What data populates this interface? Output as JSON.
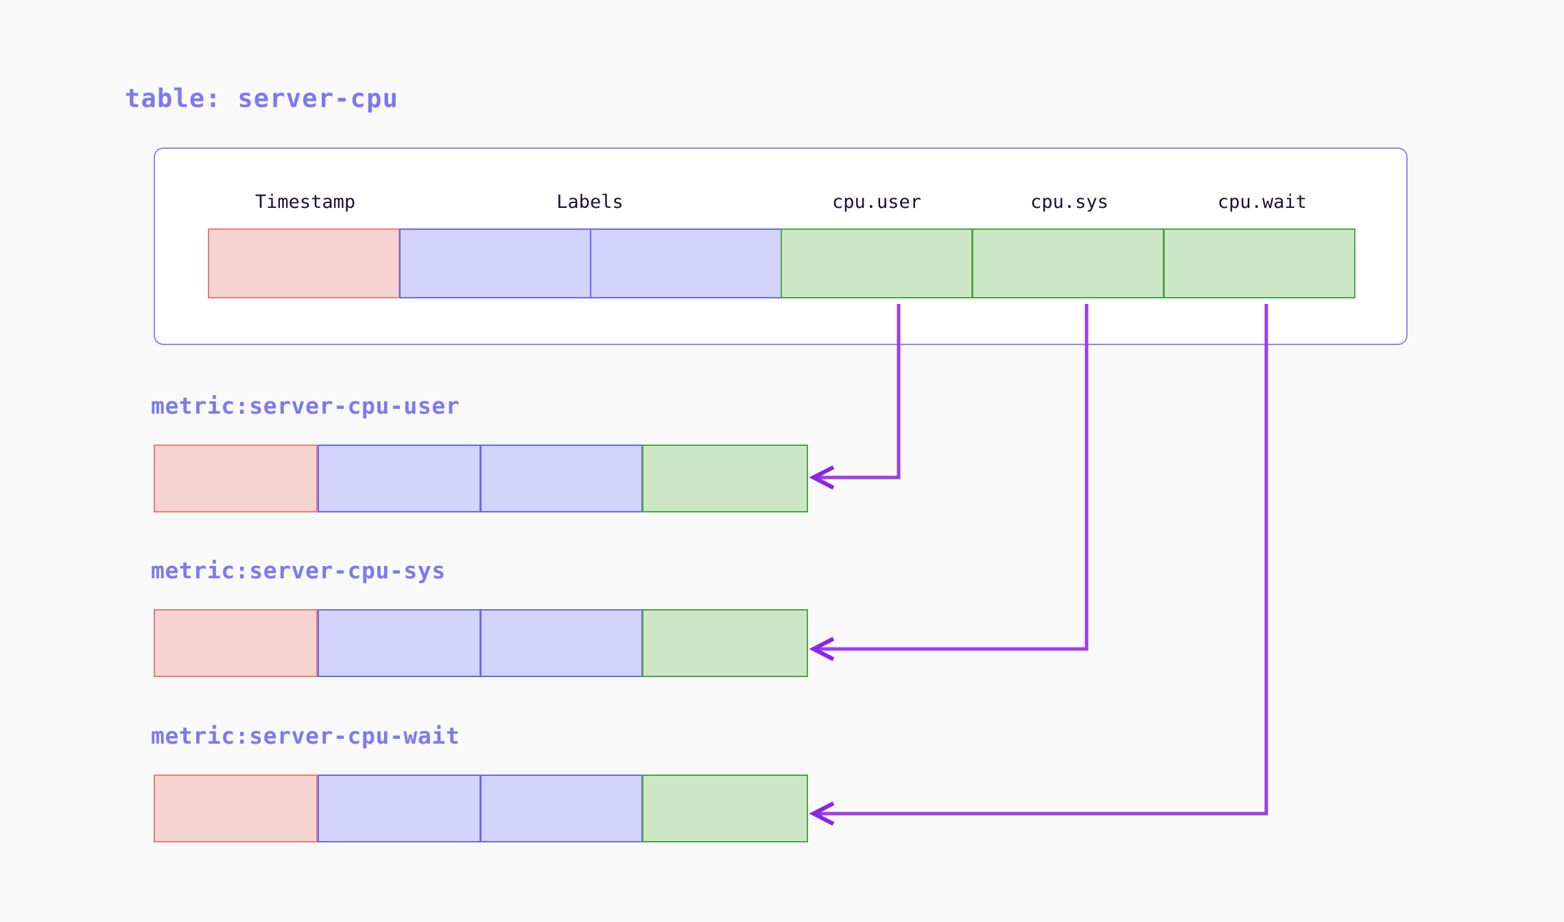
{
  "page": {
    "background": "#f9f9f9",
    "accent_indigo": "#7b79f2",
    "accent_purple": "#9a3ef0",
    "title": "table: server-cpu"
  },
  "table": {
    "title": "table: server-cpu",
    "columns": [
      {
        "label": "Timestamp",
        "kind": "timestamp",
        "color": "#f5d3d0",
        "border": "#e47e79"
      },
      {
        "label": "Labels",
        "kind": "label",
        "color": "#d2d2fb",
        "border": "#6a68ee"
      },
      {
        "label": "",
        "kind": "label",
        "color": "#d2d2fb",
        "border": "#6a68ee"
      },
      {
        "label": "cpu.user",
        "kind": "value",
        "color": "#cce7c5",
        "border": "#4aa544"
      },
      {
        "label": "cpu.sys",
        "kind": "value",
        "color": "#cce7c5",
        "border": "#4aa544"
      },
      {
        "label": "cpu.wait",
        "kind": "value",
        "color": "#cce7c5",
        "border": "#4aa544"
      }
    ],
    "header_labels": [
      "Timestamp",
      "Labels",
      "cpu.user",
      "cpu.sys",
      "cpu.wait"
    ]
  },
  "metrics": [
    {
      "title": "metric:server-cpu-user",
      "source_column": "cpu.user",
      "cells": [
        {
          "kind": "timestamp",
          "color": "#f5d3d0",
          "border": "#e47e79"
        },
        {
          "kind": "label",
          "color": "#d2d2fb",
          "border": "#6a68ee"
        },
        {
          "kind": "label",
          "color": "#d2d2fb",
          "border": "#6a68ee"
        },
        {
          "kind": "value",
          "color": "#cce7c5",
          "border": "#4aa544"
        }
      ]
    },
    {
      "title": "metric:server-cpu-sys",
      "source_column": "cpu.sys",
      "cells": [
        {
          "kind": "timestamp",
          "color": "#f5d3d0",
          "border": "#e47e79"
        },
        {
          "kind": "label",
          "color": "#d2d2fb",
          "border": "#6a68ee"
        },
        {
          "kind": "label",
          "color": "#d2d2fb",
          "border": "#6a68ee"
        },
        {
          "kind": "value",
          "color": "#cce7c5",
          "border": "#4aa544"
        }
      ]
    },
    {
      "title": "metric:server-cpu-wait",
      "source_column": "cpu.wait",
      "cells": [
        {
          "kind": "timestamp",
          "color": "#f5d3d0",
          "border": "#e47e79"
        },
        {
          "kind": "label",
          "color": "#d2d2fb",
          "border": "#6a68ee"
        },
        {
          "kind": "label",
          "color": "#d2d2fb",
          "border": "#6a68ee"
        },
        {
          "kind": "value",
          "color": "#cce7c5",
          "border": "#4aa544"
        }
      ]
    }
  ],
  "arrows": [
    {
      "from": "cpu.user",
      "to": "metric:server-cpu-user"
    },
    {
      "from": "cpu.sys",
      "to": "metric:server-cpu-sys"
    },
    {
      "from": "cpu.wait",
      "to": "metric:server-cpu-wait"
    }
  ]
}
